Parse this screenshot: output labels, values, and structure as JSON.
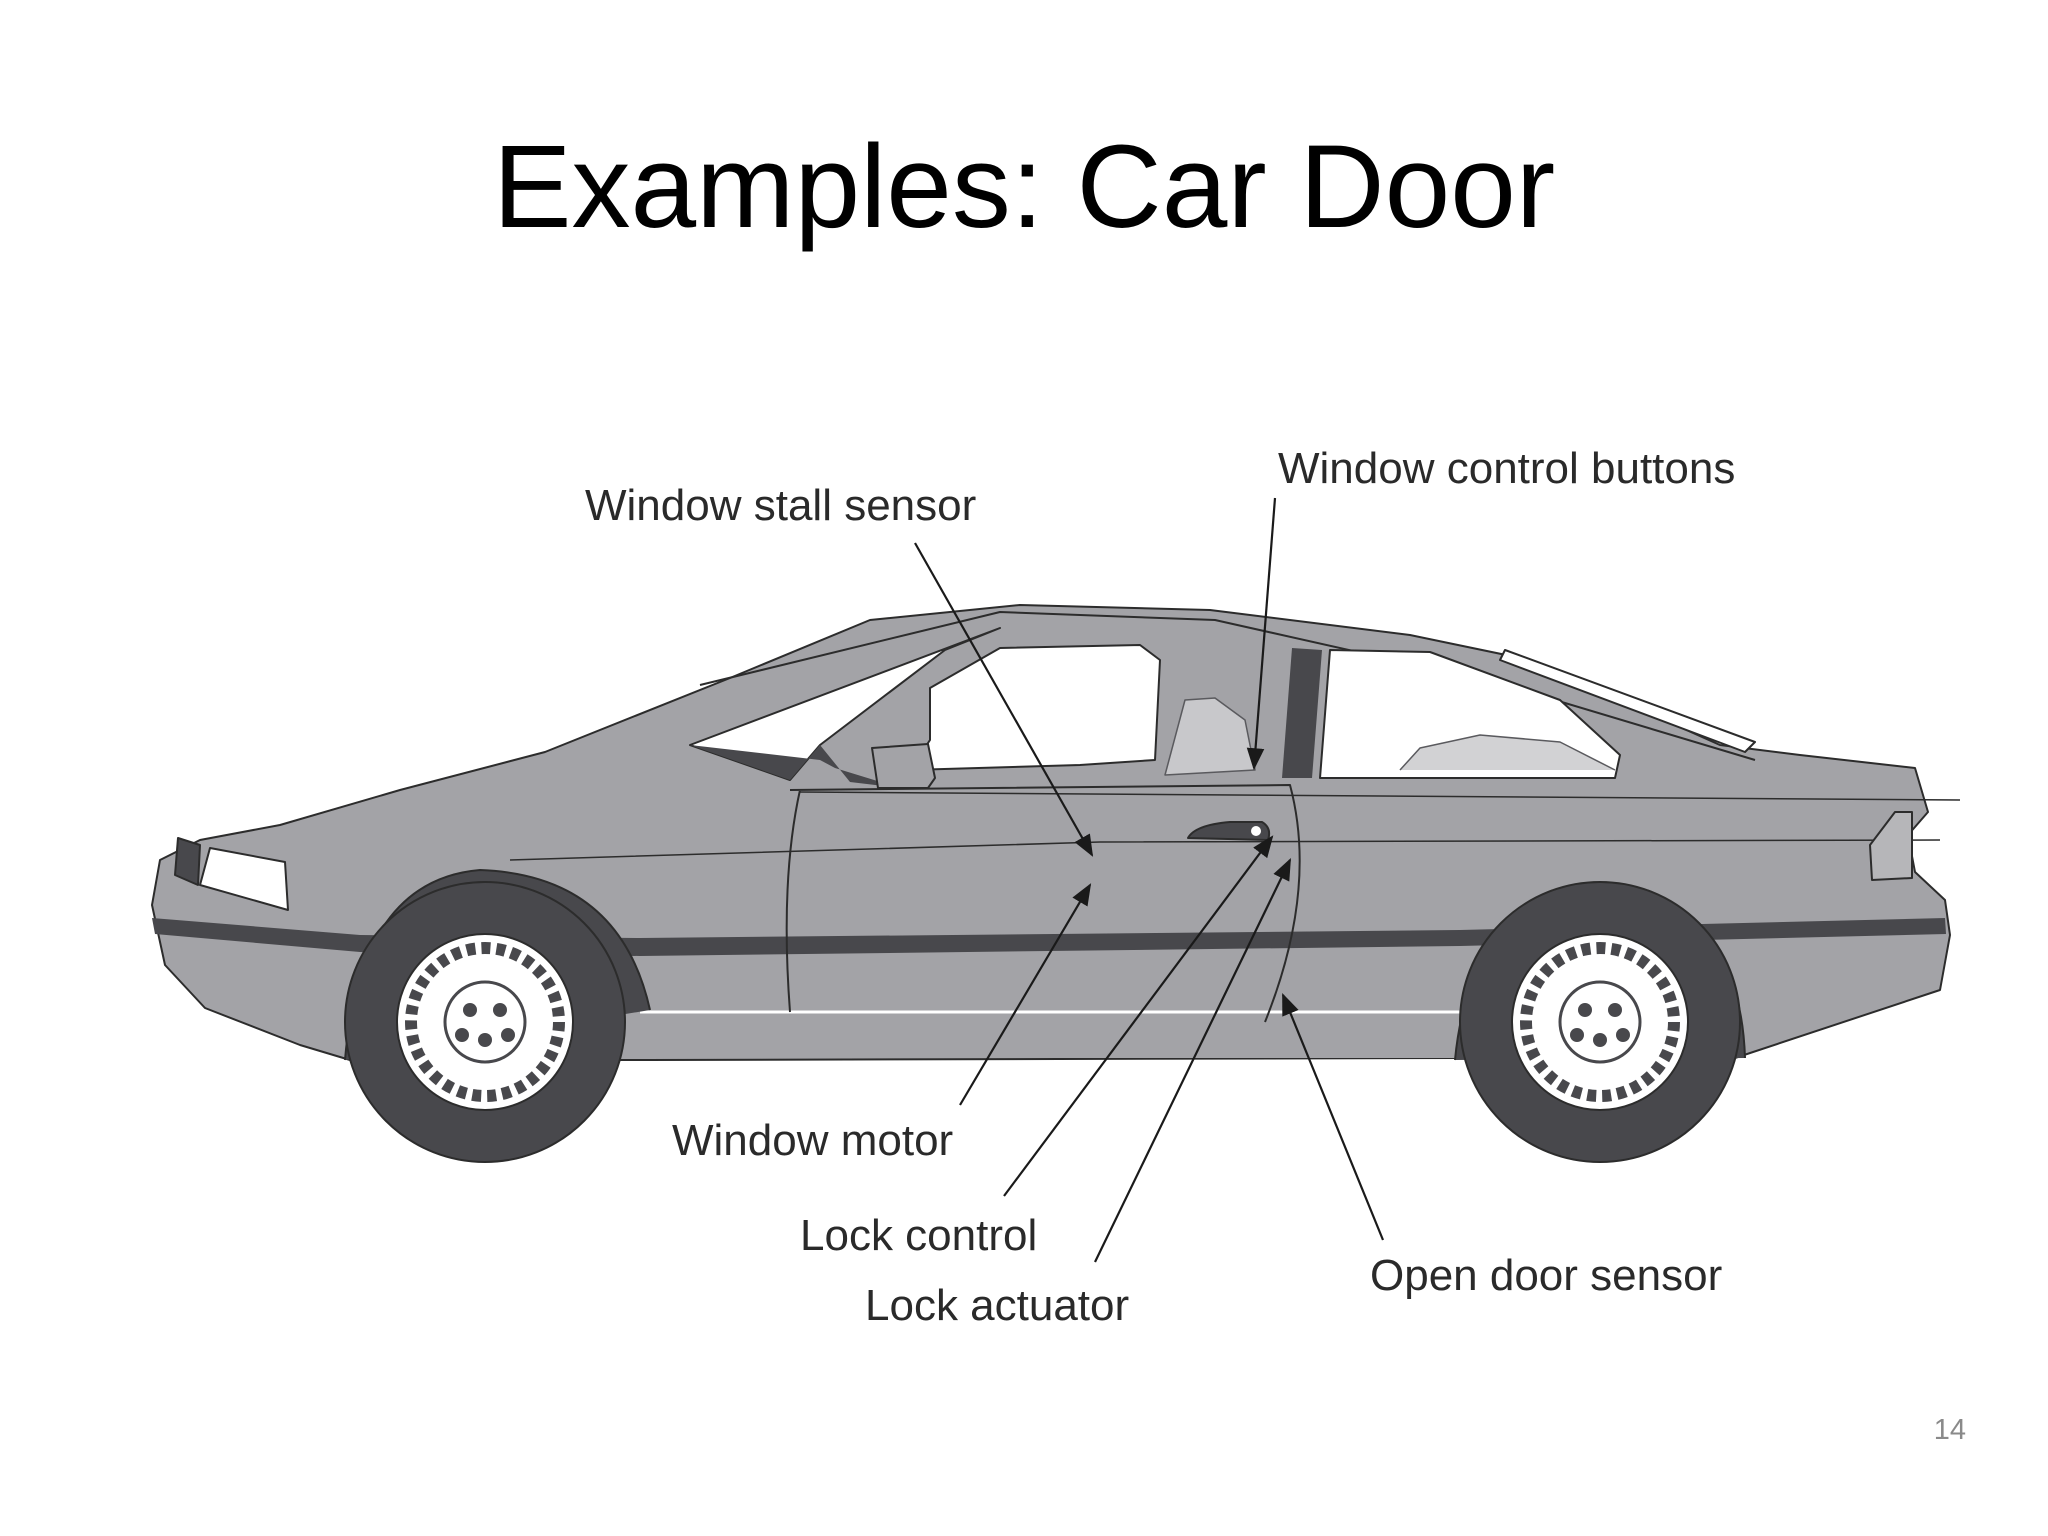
{
  "slide": {
    "title": "Examples: Car Door",
    "page_number": "14"
  },
  "diagram": {
    "labels": {
      "window_stall_sensor": "Window stall sensor",
      "window_control_buttons": "Window control buttons",
      "window_motor": "Window motor",
      "lock_control": "Lock control",
      "lock_actuator": "Lock actuator",
      "open_door_sensor": "Open door sensor"
    },
    "colors": {
      "body": "#a3a3a7",
      "dark": "#48484c",
      "window": "#ffffff",
      "line": "#2c2c2c"
    }
  }
}
